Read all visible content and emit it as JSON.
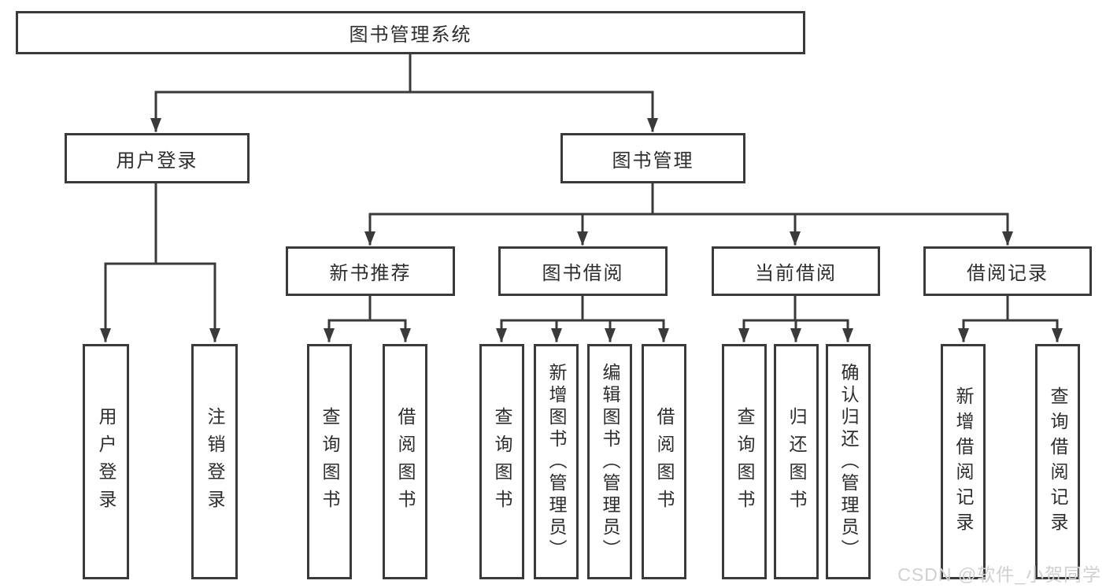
{
  "colors": {
    "line": "#3a3a3a",
    "box_border": "#3a3a3a",
    "text": "#2d2d2d",
    "watermark": "#d0d0d0",
    "background": "#ffffff"
  },
  "watermark": "CSDN @软件_小贺同学",
  "nodes": {
    "root": "图书管理系统",
    "login": {
      "label": "用户登录",
      "children": [
        "用户登录",
        "注销登录"
      ]
    },
    "books": {
      "label": "图书管理",
      "children": [
        {
          "label": "新书推荐",
          "children": [
            "查询图书",
            "借阅图书"
          ]
        },
        {
          "label": "图书借阅",
          "children": [
            "查询图书",
            "新增图书（管理员）",
            "编辑图书（管理员）",
            "借阅图书"
          ]
        },
        {
          "label": "当前借阅",
          "children": [
            "查询图书",
            "归还图书",
            "确认归还（管理员）"
          ]
        },
        {
          "label": "借阅记录",
          "children": [
            "新增借阅记录",
            "查询借阅记录"
          ]
        }
      ]
    }
  }
}
